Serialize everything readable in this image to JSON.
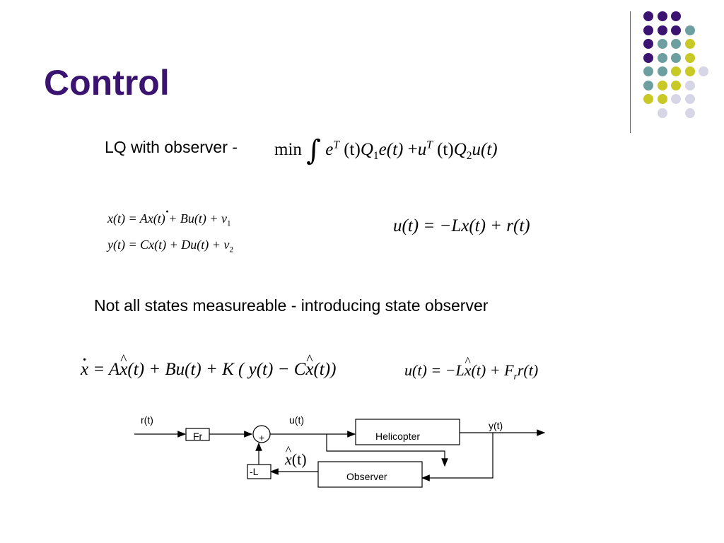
{
  "slide": {
    "title": "Control",
    "lq_label": "LQ with observer -",
    "observer_note": "Not all states measureable -  introducing state observer"
  },
  "equations": {
    "cost": {
      "min": "min",
      "rest_T": "T",
      "e": "e",
      "t1": "(t)",
      "Q1": "Q",
      "sub1": "1",
      "e2": "e(t)",
      "plus": "+",
      "u": "u",
      "t2": "(t)",
      "Q2": "Q",
      "sub2": "2",
      "u2": "u(t)"
    },
    "state_eq_1": "x(t) = Ax(t) + Bu(t) + v",
    "state_eq_1_sub": "1",
    "state_eq_2": "y(t) = Cx(t) + Du(t) + v",
    "state_eq_2_sub": "2",
    "control_law": "u(t) = −Lx(t) + r(t)",
    "observer_eq_rest_1": " = A",
    "observer_eq_rest_2": "(t) + Bu(t) + K ( y(t) − C",
    "observer_eq_rest_3": "(t))",
    "control_law_observer_1": "u(t) = −L",
    "control_law_observer_2": "(t) + F",
    "control_law_observer_sub": "r",
    "control_law_observer_3": "r(t)"
  },
  "diagram": {
    "r_label": "r(t)",
    "u_label": "u(t)",
    "y_label": "y(t)",
    "fr_label": "Fr",
    "sum_plus": "+",
    "helicopter_label": "Helicopter",
    "observer_label": "Observer",
    "gain_label": "-L",
    "xhat_label": "x(t)"
  },
  "decor": {
    "dot_colors": {
      "purple": "#3b1370",
      "teal": "#6e9fa0",
      "yellow": "#c9c926",
      "lavender": "#d6d6e6"
    },
    "grid": [
      [
        "purple",
        "purple",
        "purple",
        null,
        null
      ],
      [
        "purple",
        "purple",
        "purple",
        "teal",
        null
      ],
      [
        "purple",
        "teal",
        "teal",
        "yellow",
        null
      ],
      [
        "purple",
        "teal",
        "teal",
        "yellow",
        null
      ],
      [
        "teal",
        "teal",
        "yellow",
        "yellow",
        "lavender"
      ],
      [
        "teal",
        "yellow",
        "yellow",
        "lavender",
        null
      ],
      [
        "yellow",
        "yellow",
        "lavender",
        "lavender",
        null
      ],
      [
        null,
        "lavender",
        null,
        "lavender",
        null
      ]
    ]
  }
}
